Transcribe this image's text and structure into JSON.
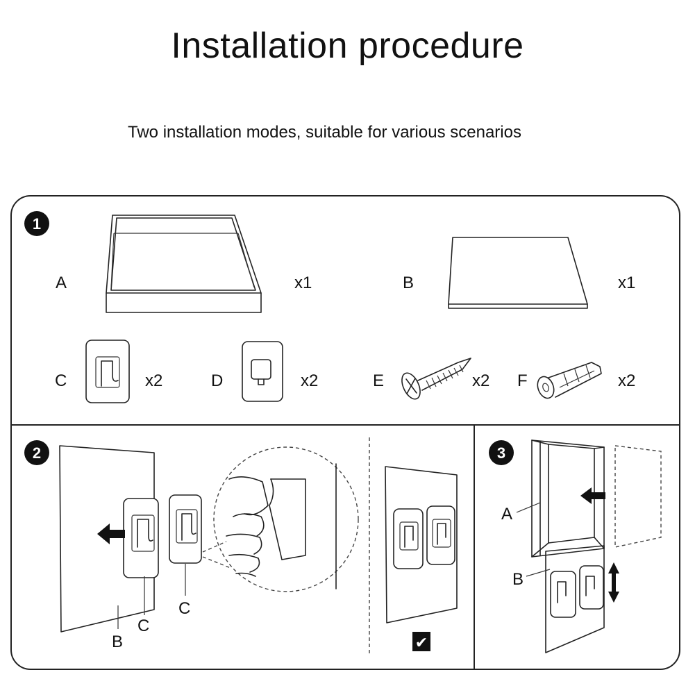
{
  "header": {
    "title": "Installation procedure",
    "subtitle": "Two installation modes, suitable for various scenarios"
  },
  "step1": {
    "badge": "1",
    "parts": [
      {
        "letter": "A",
        "qty": "x1"
      },
      {
        "letter": "B",
        "qty": "x1"
      },
      {
        "letter": "C",
        "qty": "x2"
      },
      {
        "letter": "D",
        "qty": "x2"
      },
      {
        "letter": "E",
        "qty": "x2"
      },
      {
        "letter": "F",
        "qty": "x2"
      }
    ]
  },
  "step2": {
    "badge": "2",
    "labels": {
      "board": "B",
      "hook_front": "C",
      "hook_peel": "C"
    },
    "check": "✔"
  },
  "step3": {
    "badge": "3",
    "labels": {
      "frame": "A",
      "board": "B"
    }
  }
}
